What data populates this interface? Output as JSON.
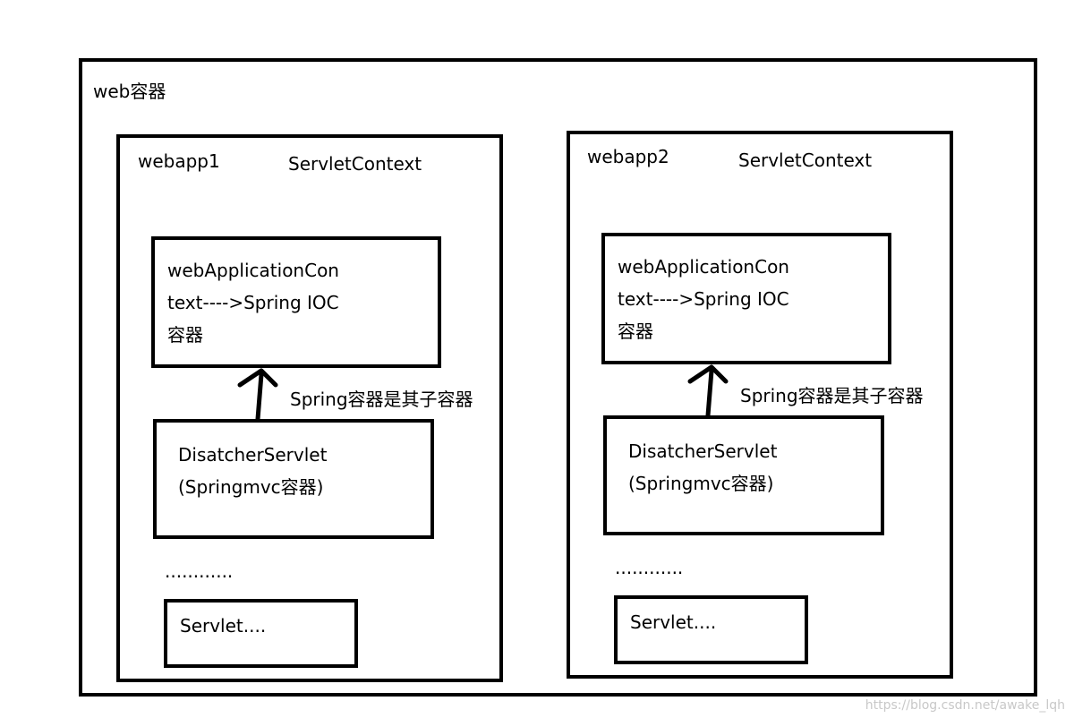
{
  "outer": {
    "label": "web容器"
  },
  "webapps": [
    {
      "name": "webapp1",
      "context": "ServletContext",
      "app_context": {
        "lines": [
          "webApplicationCon",
          "text---->Spring IOC",
          "容器"
        ]
      },
      "arrow_label": "Spring容器是其子容器",
      "dispatcher": {
        "lines": [
          "DisatcherServlet",
          "(Springmvc容器)"
        ]
      },
      "ellipsis": "............",
      "servlet": "Servlet...."
    },
    {
      "name": "webapp2",
      "context": "ServletContext",
      "app_context": {
        "lines": [
          "webApplicationCon",
          "text---->Spring IOC",
          "容器"
        ]
      },
      "arrow_label": "Spring容器是其子容器",
      "dispatcher": {
        "lines": [
          "DisatcherServlet",
          "(Springmvc容器)"
        ]
      },
      "ellipsis": "............",
      "servlet": "Servlet...."
    }
  ],
  "watermark": "https://blog.csdn.net/awake_lqh"
}
